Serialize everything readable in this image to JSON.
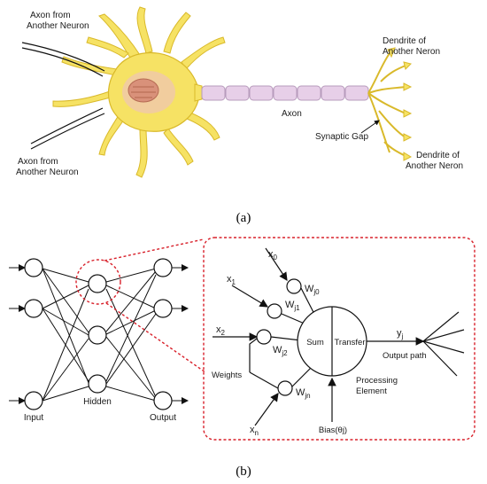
{
  "panel_a": {
    "axon_from_top": [
      "Axon from",
      "Another Neuron"
    ],
    "axon_from_bottom": [
      "Axon from",
      "Another Neuron"
    ],
    "axon_label": "Axon",
    "synaptic_gap": "Synaptic Gap",
    "dendrite_top": [
      "Dendrite of",
      "Another Neron"
    ],
    "dendrite_bottom": [
      "Dendrite of",
      "Another Neron"
    ],
    "caption": "(a)"
  },
  "panel_b": {
    "net_labels": {
      "input": "Input",
      "hidden": "Hidden",
      "output": "Output"
    },
    "neuron": {
      "x0": "x",
      "x0_sub": "0",
      "x1": "x",
      "x1_sub": "1",
      "x2": "x",
      "x2_sub": "2",
      "xn": "x",
      "xn_sub": "n",
      "w0": "W",
      "w0_sub": "j0",
      "w1": "W",
      "w1_sub": "j1",
      "w2": "W",
      "w2_sub": "j2",
      "wn": "W",
      "wn_sub": "jn",
      "weights": "Weights",
      "sum": "Sum",
      "transfer": "Transfer",
      "y": "y",
      "y_sub": "j",
      "output_path": "Output path",
      "processing": [
        "Processing",
        "Element"
      ],
      "bias": "Bias(θj)"
    },
    "caption": "(b)"
  },
  "colors": {
    "soma": "#f6e264",
    "soma_edge": "#d9b92a",
    "nucleus": "#d9917a",
    "axon": "#e7cfe8",
    "axon_edge": "#b79bbc",
    "dashed": "#d8202a"
  }
}
